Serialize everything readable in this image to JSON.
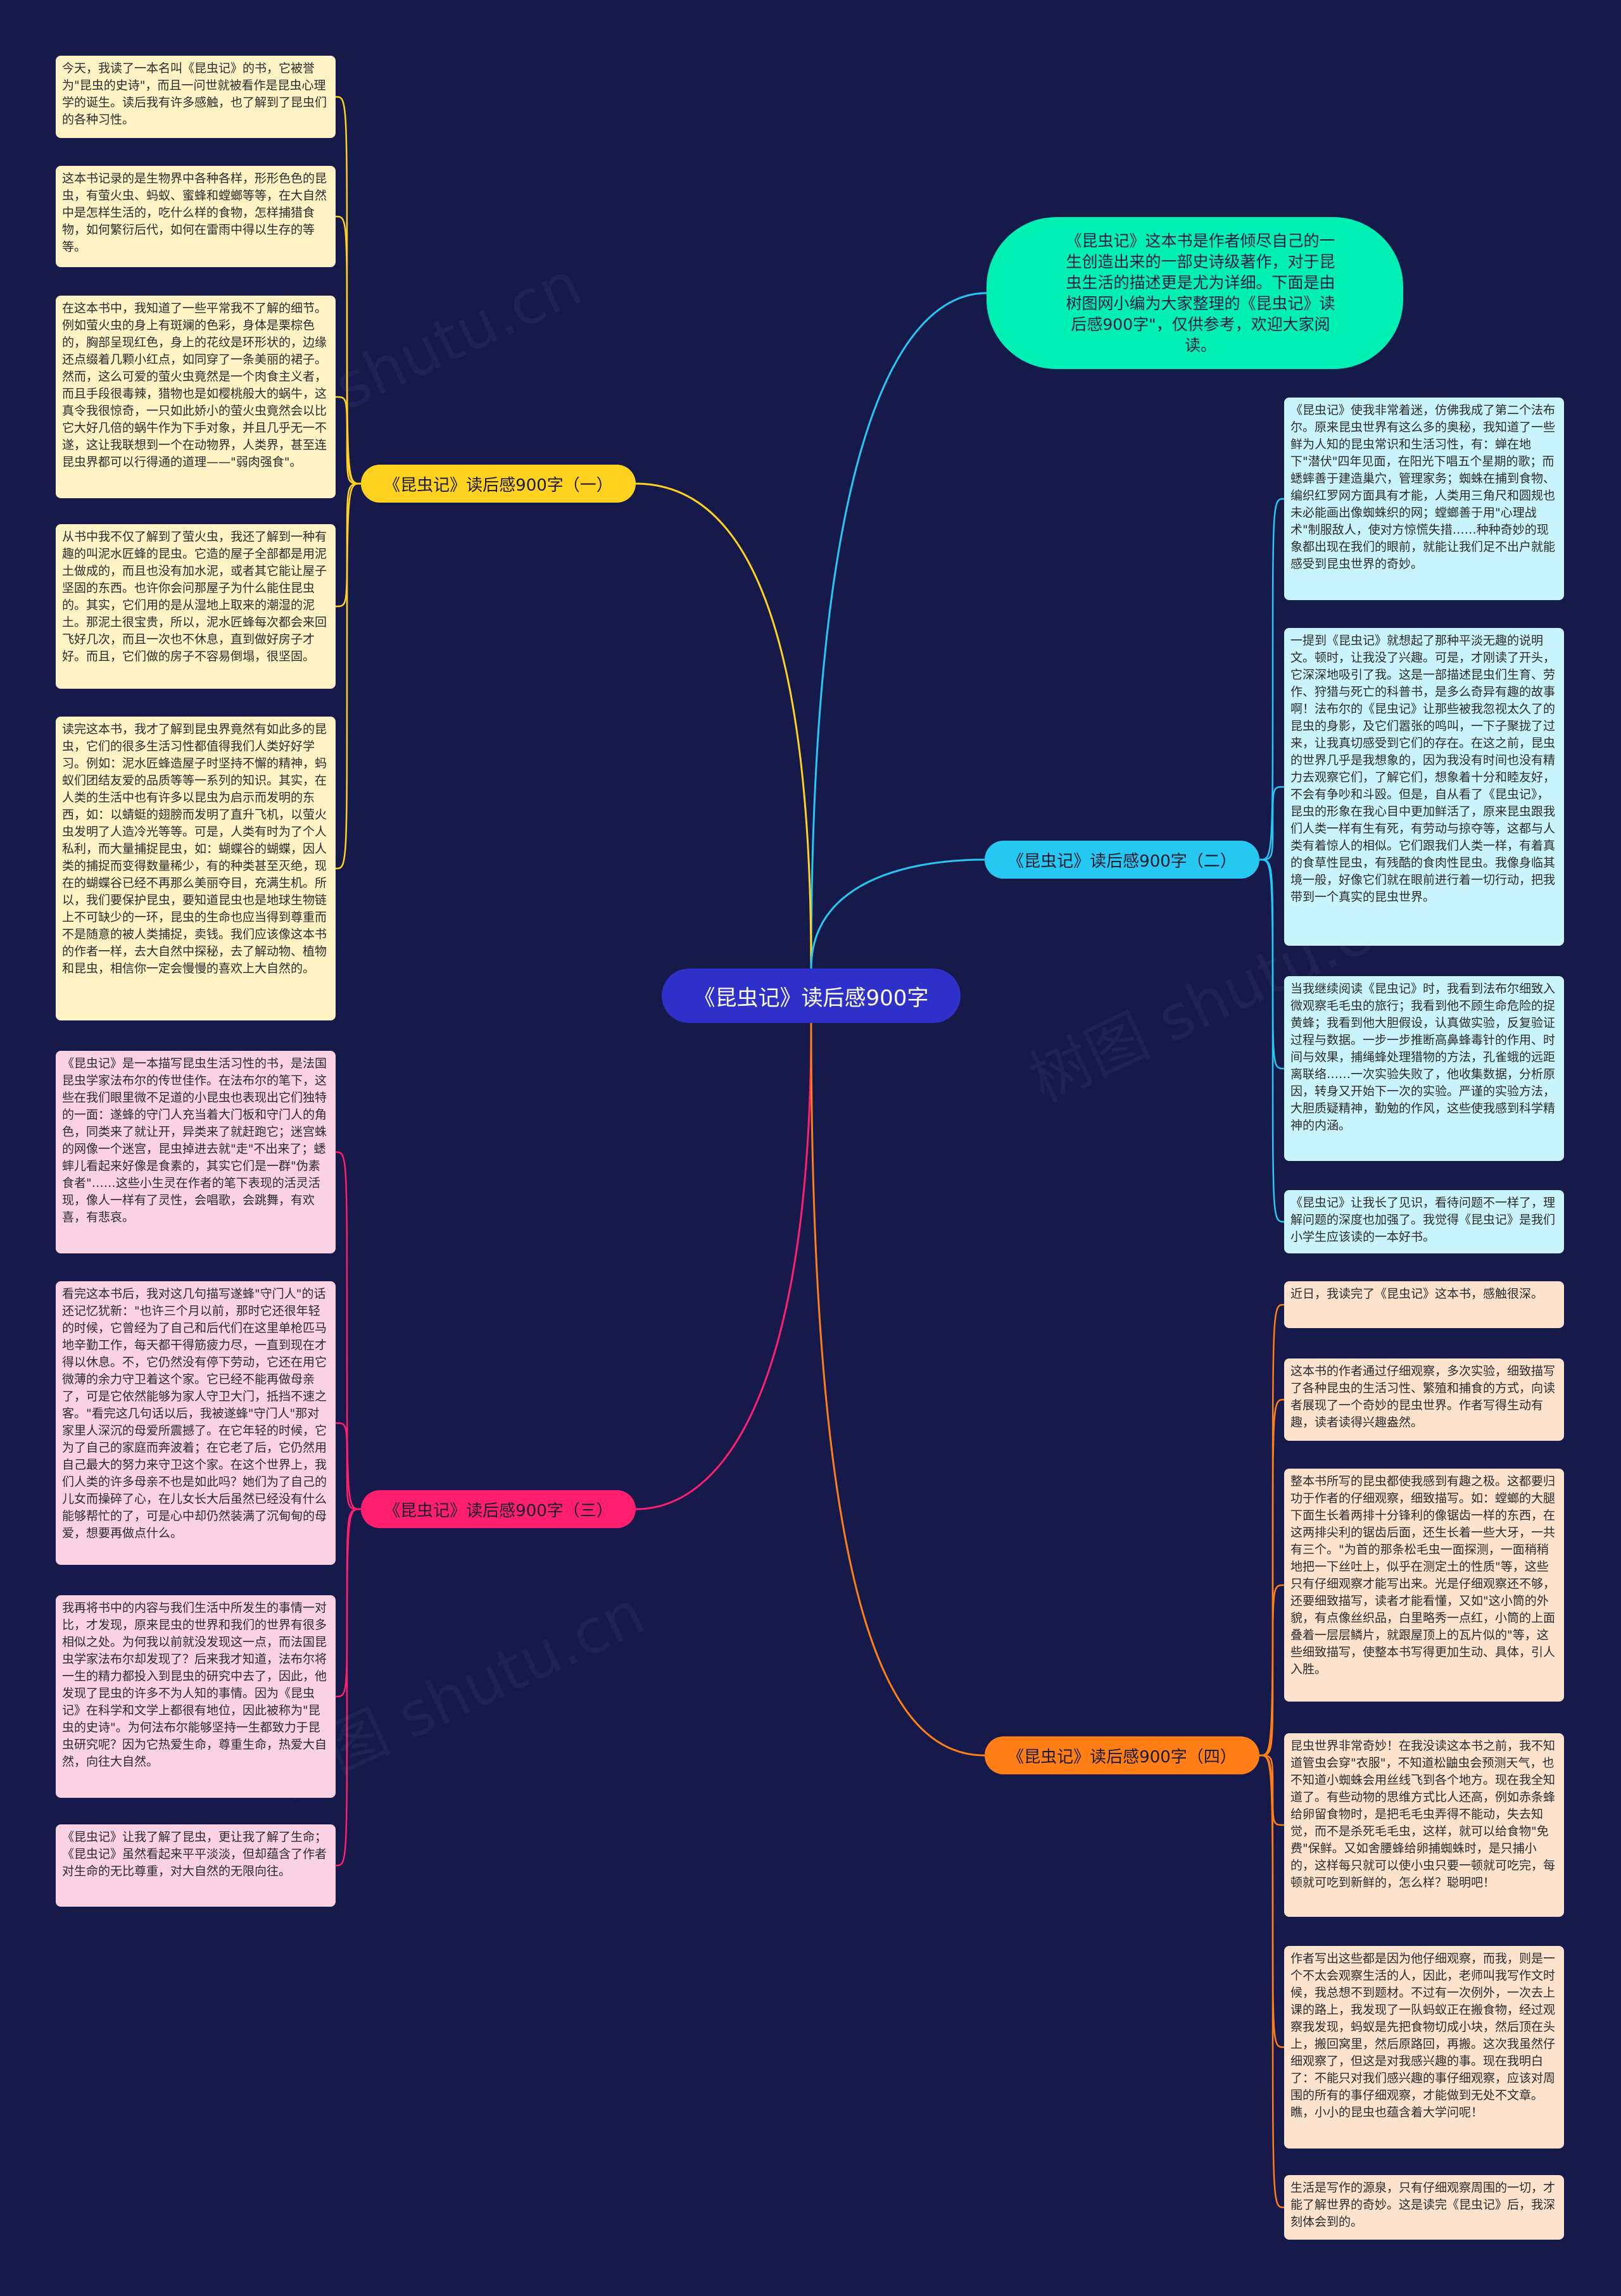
{
  "center": {
    "label": "《昆虫记》读后感900字"
  },
  "intro": {
    "text": "《昆虫记》这本书是作者倾尽自己的一生创造出来的一部史诗级著作，对于昆虫生活的描述更是尤为详细。下面是由树图网小编为大家整理的《昆虫记》读后感900字\"，仅供参考，欢迎大家阅读。"
  },
  "branches": [
    {
      "label": "《昆虫记》读后感900字（一）",
      "color": "#ffd21f",
      "items": [
        "今天，我读了一本名叫《昆虫记》的书，它被誉为\"昆虫的史诗\"，而且一问世就被看作是昆虫心理学的诞生。读后我有许多感触，也了解到了昆虫们的各种习性。",
        "这本书记录的是生物界中各种各样，形形色色的昆虫，有萤火虫、蚂蚁、蜜蜂和螳螂等等，在大自然中是怎样生活的，吃什么样的食物，怎样捕猎食物，如何繁衍后代，如何在雷雨中得以生存的等等。",
        "在这本书中，我知道了一些平常我不了解的细节。例如萤火虫的身上有斑斓的色彩，身体是栗棕色的，胸部呈现红色，身上的花纹是环形状的，边缘还点缀着几颗小红点，如同穿了一条美丽的裙子。然而，这么可爱的萤火虫竟然是一个肉食主义者，而且手段很毒辣，猎物也是如樱桃般大的蜗牛，这真令我很惊奇，一只如此娇小的萤火虫竟然会以比它大好几倍的蜗牛作为下手对象，并且几乎无一不遂，这让我联想到一个在动物界，人类界，甚至连昆虫界都可以行得通的道理——\"弱肉强食\"。",
        "从书中我不仅了解到了萤火虫，我还了解到一种有趣的叫泥水匠蜂的昆虫。它造的屋子全部都是用泥土做成的，而且也没有加水泥，或者其它能让屋子坚固的东西。也许你会问那屋子为什么能住昆虫的。其实，它们用的是从湿地上取来的潮湿的泥土。那泥土很宝贵，所以，泥水匠蜂每次都会来回飞好几次，而且一次也不休息，直到做好房子才好。而且，它们做的房子不容易倒塌，很坚固。",
        "读完这本书，我才了解到昆虫界竟然有如此多的昆虫，它们的很多生活习性都值得我们人类好好学习。例如：泥水匠蜂造屋子时坚持不懈的精神，蚂蚁们团结友爱的品质等等一系列的知识。其实，在人类的生活中也有许多以昆虫为启示而发明的东西，如：以蜻蜓的翅膀而发明了直升飞机，以萤火虫发明了人造冷光等等。可是，人类有时为了个人私利，而大量捕捉昆虫，如：蝴蝶谷的蝴蝶，因人类的捕捉而变得数量稀少，有的种类甚至灭绝，现在的蝴蝶谷已经不再那么美丽夺目，充满生机。所以，我们要保护昆虫，要知道昆虫也是地球生物链上不可缺少的一环，昆虫的生命也应当得到尊重而不是随意的被人类捕捉，卖钱。我们应该像这本书的作者一样，去大自然中探秘，去了解动物、植物和昆虫，相信你一定会慢慢的喜欢上大自然的。"
      ]
    },
    {
      "label": "《昆虫记》读后感900字（二）",
      "color": "#26c8f2",
      "items": [
        "《昆虫记》使我非常着迷，仿佛我成了第二个法布尔。原来昆虫世界有这么多的奥秘，我知道了一些鲜为人知的昆虫常识和生活习性，有：蝉在地下\"潜伏\"四年见面，在阳光下唱五个星期的歌；而蟋蟀善于建造巢穴，管理家务；蜘蛛在捕到食物、编织红罗网方面具有才能，人类用三角尺和圆规也未必能画出像蜘蛛织的网；螳螂善于用\"心理战术\"制服敌人，使对方惊慌失措……种种奇妙的现象都出现在我们的眼前，就能让我们足不出户就能感受到昆虫世界的奇妙。",
        "一提到《昆虫记》就想起了那种平淡无趣的说明文。顿时，让我没了兴趣。可是，才刚读了开头，它深深地吸引了我。这是一部描述昆虫们生育、劳作、狩猎与死亡的科普书，是多么奇异有趣的故事啊！法布尔的《昆虫记》让那些被我忽视太久了的昆虫的身影，及它们嚣张的鸣叫，一下子聚拢了过来，让我真切感受到它们的存在。在这之前，昆虫的世界几乎是我想象的，因为我没有时间也没有精力去观察它们，了解它们，想象着十分和睦友好，不会有争吵和斗殴。但是，自从看了《昆虫记》，昆虫的形象在我心目中更加鲜活了，原来昆虫跟我们人类一样有生有死，有劳动与掠夺等，这都与人类有着惊人的相似。它们跟我们人类一样，有着真的食草性昆虫，有残酷的食肉性昆虫。我像身临其境一般，好像它们就在眼前进行着一切行动，把我带到一个真实的昆虫世界。",
        "当我继续阅读《昆虫记》时，我看到法布尔细致入微观察毛毛虫的旅行；我看到他不顾生命危险的捉黄蜂；我看到他大胆假设，认真做实验，反复验证过程与数据。一步一步推断高鼻蜂毒针的作用、时间与效果，捕绳蜂处理猎物的方法，孔雀蛾的远距离联络……一次实验失败了，他收集数据，分析原因，转身又开始下一次的实验。严谨的实验方法，大胆质疑精神，勤勉的作风，这些使我感到科学精神的内涵。",
        "《昆虫记》让我长了见识，看待问题不一样了，理解问题的深度也加强了。我觉得《昆虫记》是我们小学生应该读的一本好书。"
      ]
    },
    {
      "label": "《昆虫记》读后感900字（三）",
      "color": "#ff1f6e",
      "items": [
        "《昆虫记》是一本描写昆虫生活习性的书，是法国昆虫学家法布尔的传世佳作。在法布尔的笔下，这些在我们眼里微不足道的小昆虫也表现出它们独特的一面：遂蜂的守门人充当着大门板和守门人的角色，同类来了就让开，异类来了就赶跑它；迷宫蛛的网像一个迷宫，昆虫掉进去就\"走\"不出来了；蟋蟀儿看起来好像是食素的，其实它们是一群\"伪素食者\"……这些小生灵在作者的笔下表现的活灵活现，像人一样有了灵性，会唱歌，会跳舞，有欢喜，有悲哀。",
        "看完这本书后，我对这几句描写遂蜂\"守门人\"的话还记忆犹新：\"也许三个月以前，那时它还很年轻的时候，它曾经为了自己和后代们在这里单枪匹马地辛勤工作，每天都干得筋疲力尽，一直到现在才得以休息。不，它仍然没有停下劳动，它还在用它微薄的余力守卫着这个家。它已经不能再做母亲了，可是它依然能够为家人守卫大门，抵挡不速之客。\"看完这几句话以后，我被遂蜂\"守门人\"那对家里人深沉的母爱所震撼了。在它年轻的时候，它为了自己的家庭而奔波着；在它老了后，它仍然用自己最大的努力来守卫这个家。在这个世界上，我们人类的许多母亲不也是如此吗？她们为了自己的儿女而操碎了心，在儿女长大后虽然已经没有什么能够帮忙的了，可是心中却仍然装满了沉甸甸的母爱，想要再做点什么。",
        "我再将书中的内容与我们生活中所发生的事情一对比，才发现，原来昆虫的世界和我们的世界有很多相似之处。为何我以前就没发现这一点，而法国昆虫学家法布尔却发现了？后来我才知道，法布尔将一生的精力都投入到昆虫的研究中去了，因此，他发现了昆虫的许多不为人知的事情。因为《昆虫记》在科学和文学上都很有地位，因此被称为\"昆虫的史诗\"。为何法布尔能够坚持一生都致力于昆虫研究呢？因为它热爱生命，尊重生命，热爱大自然，向往大自然。",
        "《昆虫记》让我了解了昆虫，更让我了解了生命；《昆虫记》虽然看起来平平淡淡，但却蕴含了作者对生命的无比尊重，对大自然的无限向往。"
      ]
    },
    {
      "label": "《昆虫记》读后感900字（四）",
      "color": "#ff7e15",
      "items": [
        "近日，我读完了《昆虫记》这本书，感触很深。",
        "这本书的作者通过仔细观察，多次实验，细致描写了各种昆虫的生活习性、繁殖和捕食的方式，向读者展现了一个奇妙的昆虫世界。作者写得生动有趣，读者读得兴趣盎然。",
        "整本书所写的昆虫都使我感到有趣之极。这都要归功于作者的仔细观察，细致描写。如：螳螂的大腿下面生长着两排十分锋利的像锯齿一样的东西，在这两排尖利的锯齿后面，还生长着一些大牙，一共有三个。\"为首的那条松毛虫一面探测，一面稍稍地把一下丝吐上，似乎在测定土的性质\"等，这些只有仔细观察才能写出来。光是仔细观察还不够，还要细致描写，读者才能看懂，又如\"这小筒的外貌，有点像丝织品，白里略秀一点红，小筒的上面叠着一层层鳞片，就跟屋顶上的瓦片似的\"等，这些细致描写，使整本书写得更加生动、具体，引人入胜。",
        "昆虫世界非常奇妙！在我没读这本书之前，我不知道管虫会穿\"衣服\"，不知道松鼬虫会预测天气，也不知道小蜘蛛会用丝线飞到各个地方。现在我全知道了。有些动物的思维方式比人还高，例如赤条蜂给卵留食物时，是把毛毛虫弄得不能动，失去知觉，而不是杀死毛毛虫，这样，就可以给食物\"免费\"保鲜。又如舍腰蜂给卵捕蜘蛛时，是只捕小的，这样每只就可以使小虫只要一顿就可吃完，每顿就可吃到新鲜的，怎么样？聪明吧！",
        "作者写出这些都是因为他仔细观察，而我，则是一个不太会观察生活的人，因此，老师叫我写作文时候，我总想不到题材。不过有一次例外，一次去上课的路上，我发现了一队蚂蚁正在搬食物，经过观察我发现，蚂蚁是先把食物切成小块，然后顶在头上，搬回窝里，然后原路回，再搬。这次我虽然仔细观察了，但这是对我感兴趣的事。现在我明白了：不能只对我们感兴趣的事仔细观察，应该对周围的所有的事仔细观察，才能做到无处不文章。瞧，小小的昆虫也蕴含着大学问呢！",
        "生活是写作的源泉，只有仔细观察周围的一切，才能了解世界的奇妙。这是读完《昆虫记》后，我深刻体会到的。"
      ]
    }
  ],
  "watermark": "树图 shutu.cn"
}
